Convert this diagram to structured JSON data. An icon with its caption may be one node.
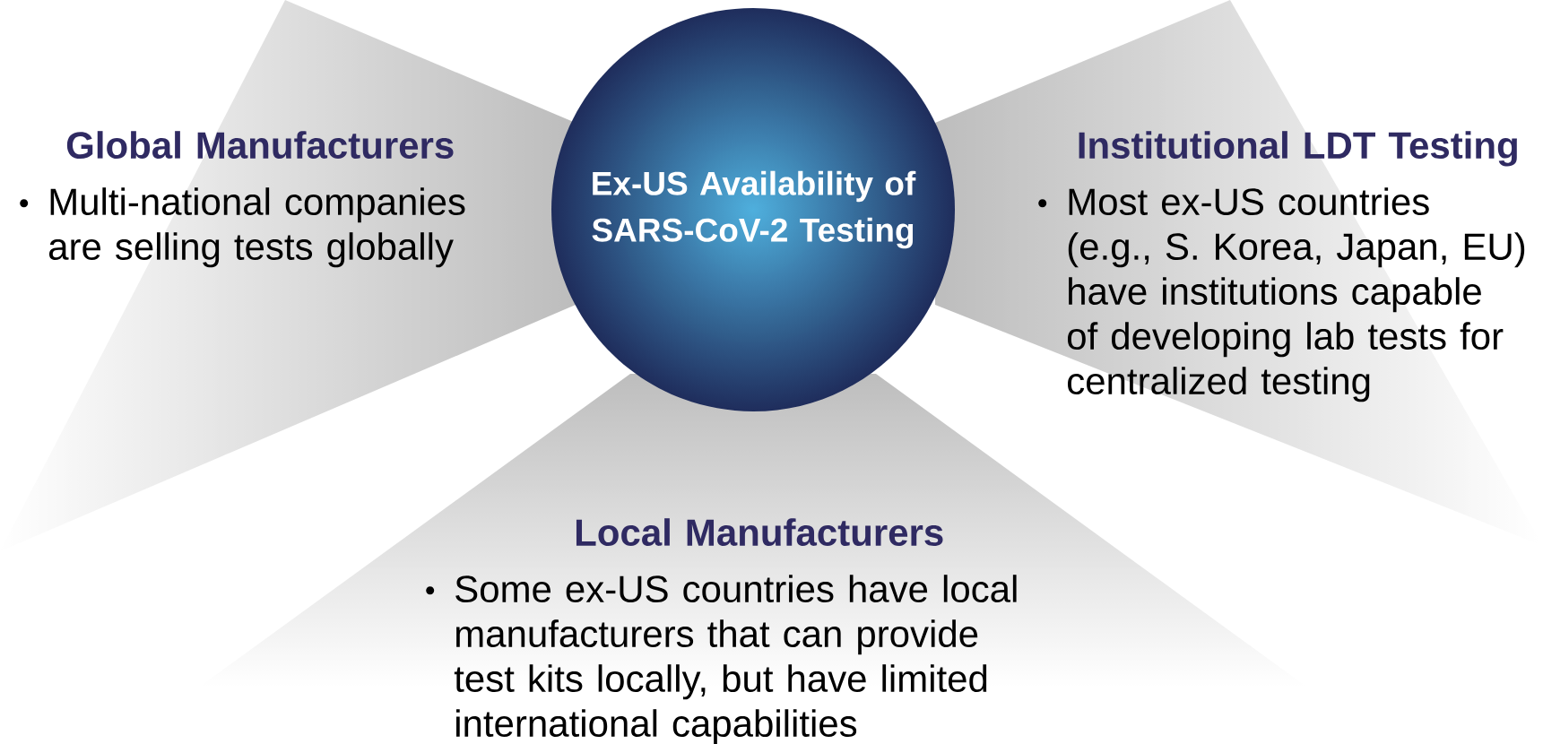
{
  "diagram": {
    "nodes": [
      {
        "text": [
          "Global Manufacturers",
          "Multi-national companies are selling tests globally"
        ]
      },
      {
        "text": [
          "Ex-US Availability of SARS-CoV-2 Testing"
        ]
      },
      {
        "text": [
          "Institutional LDT Testing",
          "Most ex-US countries (e.g., S. Korea, Japan, EU) have institutions capable of developing lab tests for centralized testing"
        ]
      },
      {
        "text": [
          "Local Manufacturers",
          "Some ex-US countries have local manufacturers that can provide test kits locally, but have limited international capabilities"
        ]
      }
    ]
  }
}
